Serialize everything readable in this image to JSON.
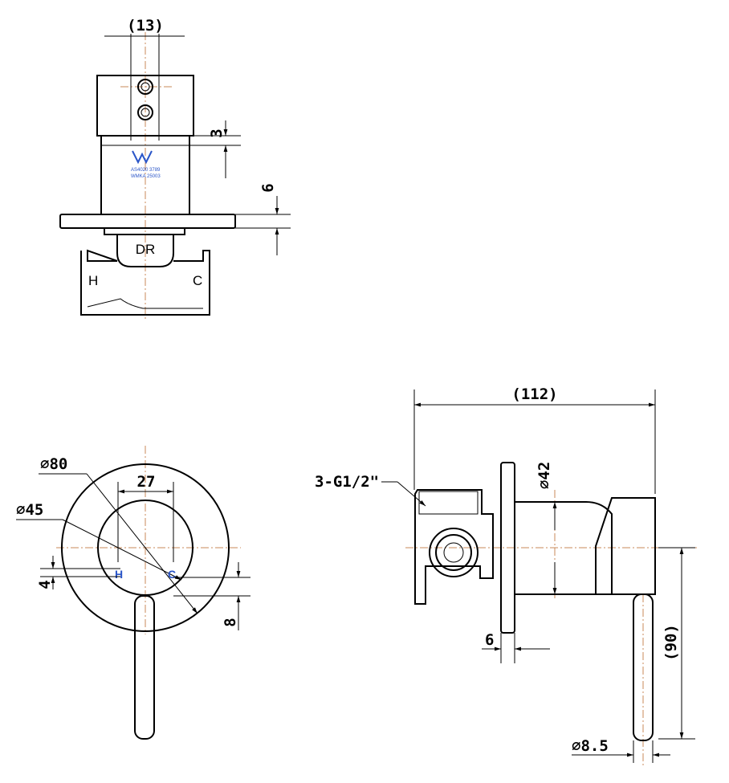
{
  "drawing": {
    "top_view": {
      "dim_width": "(13)",
      "dim_gap": "3",
      "dim_plate": "6",
      "body_label": "DR",
      "hot_label": "H",
      "cold_label": "C",
      "watermark_line1": "AS4020 3789",
      "watermark_line2": "WMKA 25003"
    },
    "front_view": {
      "dia_plate": "∅80",
      "dia_body": "∅45",
      "dim_spacing": "27",
      "dim_offset_a": "4",
      "dim_offset_b": "8",
      "hot_label": "H",
      "cold_label": "C"
    },
    "side_view": {
      "dim_depth": "(112)",
      "thread_note": "3-G1/2\"",
      "dia_body": "∅42",
      "dim_plate": "6",
      "dim_handle": "(90)",
      "dia_handle": "∅8.5"
    }
  },
  "colors": {
    "line": "#000000",
    "centerline": "#c8895a",
    "label_blue": "#2a55c8"
  }
}
